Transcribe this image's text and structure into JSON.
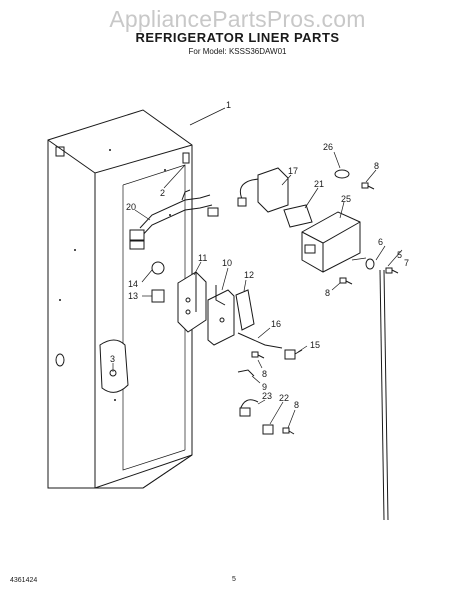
{
  "watermark": "AppliancePartsPros.com",
  "header": {
    "title": "REFRIGERATOR LINER PARTS",
    "subtitle": "For Model: KSSS36DAW01"
  },
  "callouts": {
    "c1": "1",
    "c2": "2",
    "c3": "3",
    "c5": "5",
    "c6": "6",
    "c7": "7",
    "c8a": "8",
    "c8b": "8",
    "c8c": "8",
    "c8d": "8",
    "c9": "9",
    "c10": "10",
    "c11": "11",
    "c12": "12",
    "c13": "13",
    "c14": "14",
    "c15": "15",
    "c16": "16",
    "c17": "17",
    "c20": "20",
    "c21": "21",
    "c22": "22",
    "c23": "23",
    "c25": "25",
    "c26": "26"
  },
  "footer": {
    "doc_number": "4361424",
    "page_number": "5"
  }
}
